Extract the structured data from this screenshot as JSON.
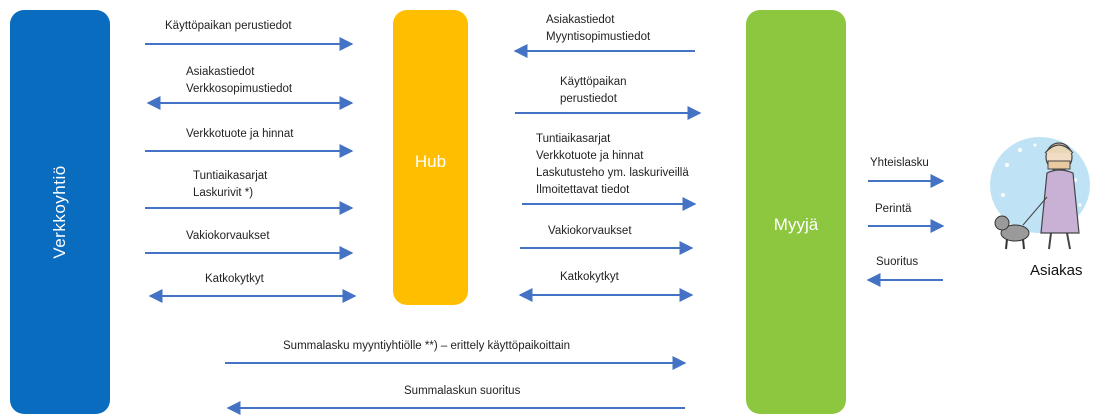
{
  "nodes": {
    "verkkoyhtio": "Verkkoyhtiö",
    "hub": "Hub",
    "myyja": "Myyjä",
    "asiakas": "Asiakas"
  },
  "flows_verkko_hub": {
    "kayttopaikan_perustiedot": "Käyttöpaikan perustiedot",
    "asiakastiedot": "Asiakastiedot",
    "verkkosopimustiedot": "Verkkosopimustiedot",
    "verkkotuote_hinnat": "Verkkotuote ja hinnat",
    "tuntiaikasarjat": "Tuntiaikasarjat",
    "laskurivit": "Laskurivit *)",
    "vakiokorvaukset": "Vakiokorvaukset",
    "katkokytkyt": "Katkokytkyt"
  },
  "flows_hub_myyja": {
    "asiakastiedot": "Asiakastiedot",
    "myyntisopimustiedot": "Myyntisopimustiedot",
    "kayttopaikan": "Käyttöpaikan",
    "perustiedot": "perustiedot",
    "tuntiaikasarjat": "Tuntiaikasarjat",
    "verkkotuote_hinnat": "Verkkotuote ja hinnat",
    "laskutusteho": "Laskutusteho ym. laskuriveillä",
    "ilmoitettavat": "Ilmoitettavat tiedot",
    "vakiokorvaukset": "Vakiokorvaukset",
    "katkokytkyt": "Katkokytkyt"
  },
  "flows_myyja_asiakas": {
    "yhteislasku": "Yhteislasku",
    "perinta": "Perintä",
    "suoritus": "Suoritus"
  },
  "flows_bottom": {
    "summalasku": "Summalasku myyntiyhtiölle **) – erittely käyttöpaikoittain",
    "summalaskun_suoritus": "Summalaskun suoritus"
  },
  "colors": {
    "verkkoyhtio": "#0a6cbf",
    "hub": "#ffbf00",
    "myyja": "#8dc63f",
    "arrow": "#4472c4"
  }
}
